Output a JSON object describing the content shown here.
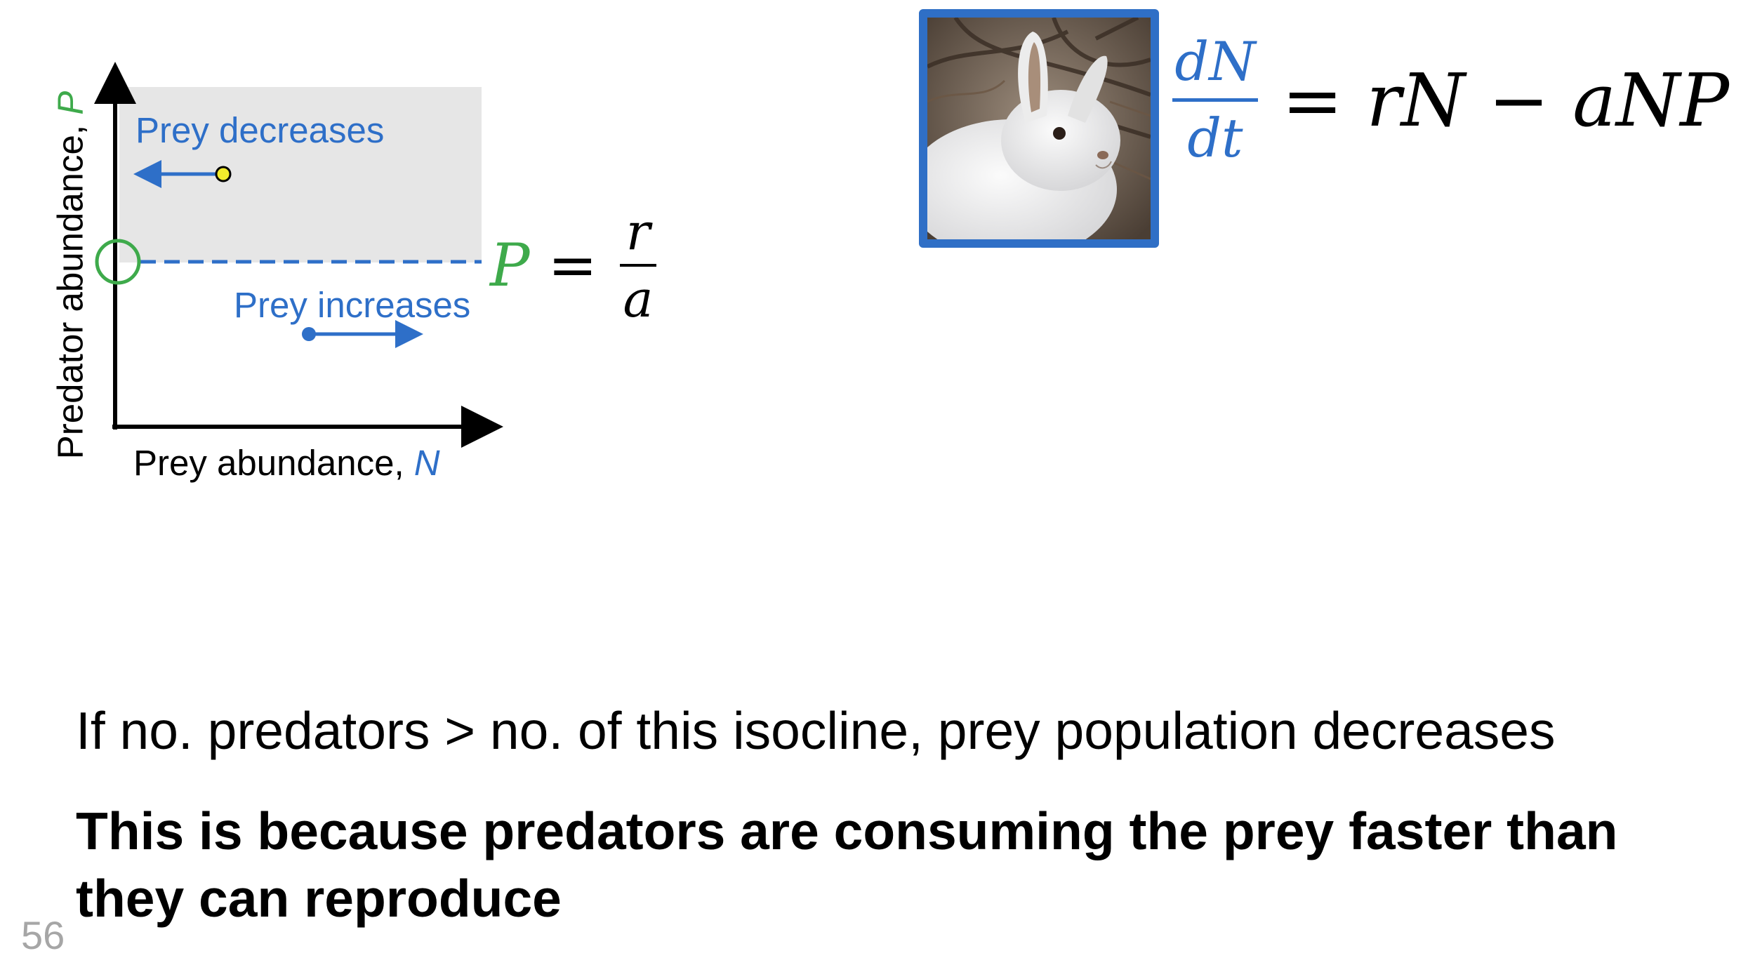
{
  "axes": {
    "y_label_text": "Predator abundance, ",
    "y_label_var": "P",
    "x_label_text": "Prey abundance, ",
    "x_label_var": "N"
  },
  "regions": {
    "above_label": "Prey decreases",
    "below_label": "Prey increases"
  },
  "isocline": {
    "lhs": "P",
    "equals": "=",
    "numerator": "r",
    "denominator": "a"
  },
  "prey_equation": {
    "numerator": "dN",
    "denominator": "dt",
    "rhs": "= rN − aNP"
  },
  "hare_image": {
    "icon": "snowshoe-hare-photo"
  },
  "text": {
    "line1": "If no. predators > no. of this isocline, prey population decreases",
    "line2": "This is because predators are consuming the prey faster than they can reproduce"
  },
  "slide_number": "56",
  "colors": {
    "prey_blue": "#2e6fc8",
    "predator_green": "#3eaa4b",
    "shaded_region": "#e6e6e6",
    "frame_blue": "#2f6fc6",
    "marker_yellow": "#f2ec2c"
  }
}
